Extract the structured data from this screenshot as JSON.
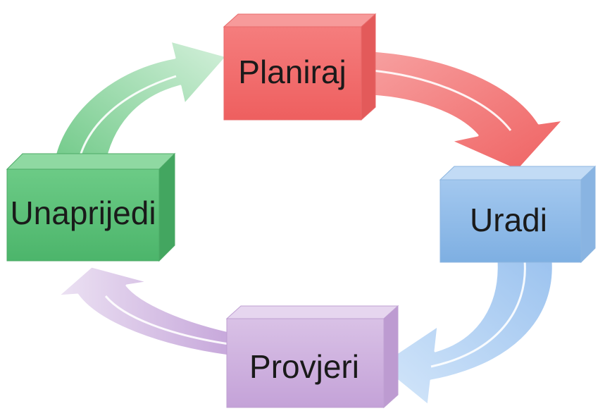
{
  "diagram": {
    "type": "cycle",
    "nodes": [
      {
        "id": "plan",
        "label": "Planiraj",
        "color": "#f06d6d"
      },
      {
        "id": "do",
        "label": "Uradi",
        "color": "#8fbbe8"
      },
      {
        "id": "check",
        "label": "Provjeri",
        "color": "#c9a7dc"
      },
      {
        "id": "act",
        "label": "Unaprijedi",
        "color": "#5cc07a"
      }
    ],
    "arrows": [
      {
        "from": "plan",
        "to": "do",
        "color": "#f47a7a"
      },
      {
        "from": "do",
        "to": "check",
        "color": "#9dc3ee"
      },
      {
        "from": "check",
        "to": "act",
        "color": "#cdb2e0"
      },
      {
        "from": "act",
        "to": "plan",
        "color": "#7fcf92"
      }
    ]
  }
}
